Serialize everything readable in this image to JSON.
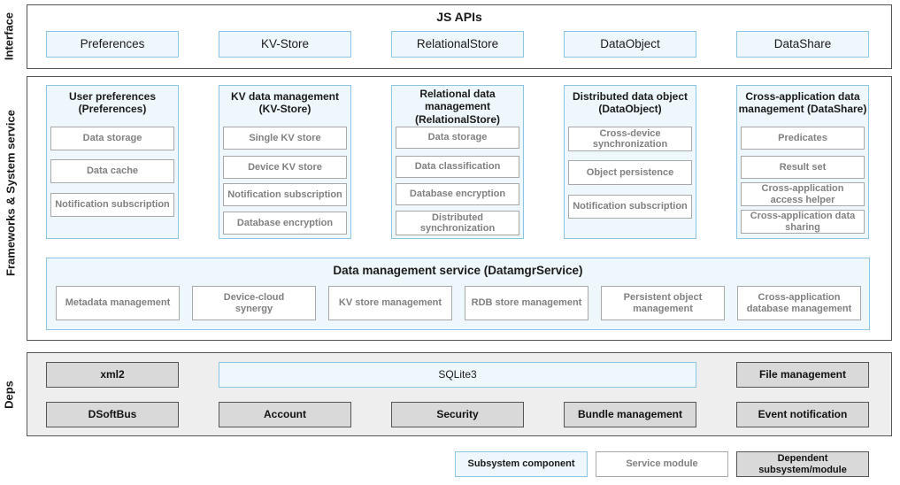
{
  "layers": {
    "interface": "Interface",
    "frameworks": "Frameworks & System service",
    "deps": "Deps"
  },
  "js_apis": {
    "title": "JS APIs",
    "items": [
      "Preferences",
      "KV-Store",
      "RelationalStore",
      "DataObject",
      "DataShare"
    ]
  },
  "framework_panels": [
    {
      "title": "User preferences (Preferences)",
      "items": [
        "Data storage",
        "Data cache",
        "Notification subscription"
      ]
    },
    {
      "title": "KV data management (KV-Store)",
      "items": [
        "Single KV store",
        "Device KV store",
        "Notification subscription",
        "Database encryption"
      ]
    },
    {
      "title": "Relational data management (RelationalStore)",
      "items": [
        "Data storage",
        "Data classification",
        "Database encryption",
        "Distributed synchronization"
      ]
    },
    {
      "title": "Distributed data object (DataObject)",
      "items": [
        "Cross-device synchronization",
        "Object persistence",
        "Notification subscription"
      ]
    },
    {
      "title": "Cross-application data management (DataShare)",
      "items": [
        "Predicates",
        "Result set",
        "Cross-application access helper",
        "Cross-application data sharing"
      ]
    }
  ],
  "datamgr": {
    "title": "Data management service (DatamgrService)",
    "items": [
      "Metadata management",
      "Device-cloud synergy",
      "KV store management",
      "RDB store management",
      "Persistent object management",
      "Cross-application database management"
    ]
  },
  "deps": {
    "xml2": "xml2",
    "sqlite": "SQLite3",
    "file": "File management",
    "row2": [
      "DSoftBus",
      "Account",
      "Security",
      "Bundle management",
      "Event notification"
    ]
  },
  "legend": {
    "subsystem": "Subsystem component",
    "service": "Service module",
    "dependent": "Dependent subsystem/module"
  },
  "colors": {
    "subsystem_fill": "#eef7fc",
    "subsystem_border": "#8cc4e4",
    "service_text": "#808080",
    "dependent_fill": "#d9d9d9",
    "deps_layer_fill": "#eeeeee"
  }
}
